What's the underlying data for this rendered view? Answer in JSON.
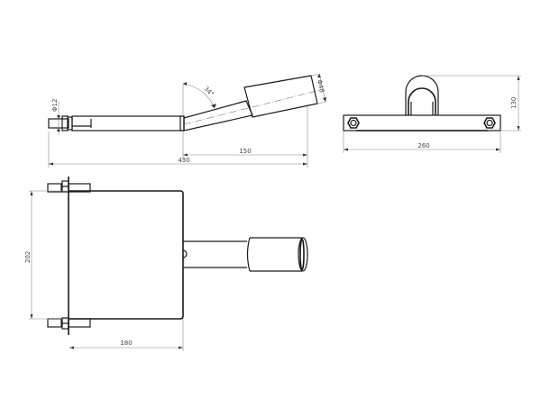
{
  "drawing": {
    "side_view": {
      "dimensions": {
        "rod_diameter": "Φ12",
        "tube_diameter": "Φ48",
        "angle": "34°",
        "bent_length": "150",
        "total_length": "430"
      }
    },
    "top_view": {
      "dimensions": {
        "width": "260",
        "height": "130"
      }
    },
    "front_view": {
      "dimensions": {
        "height": "202",
        "depth": "180"
      }
    },
    "colors": {
      "line": "#1a1a1a",
      "dimension_line": "#888888",
      "background": "#ffffff"
    }
  }
}
